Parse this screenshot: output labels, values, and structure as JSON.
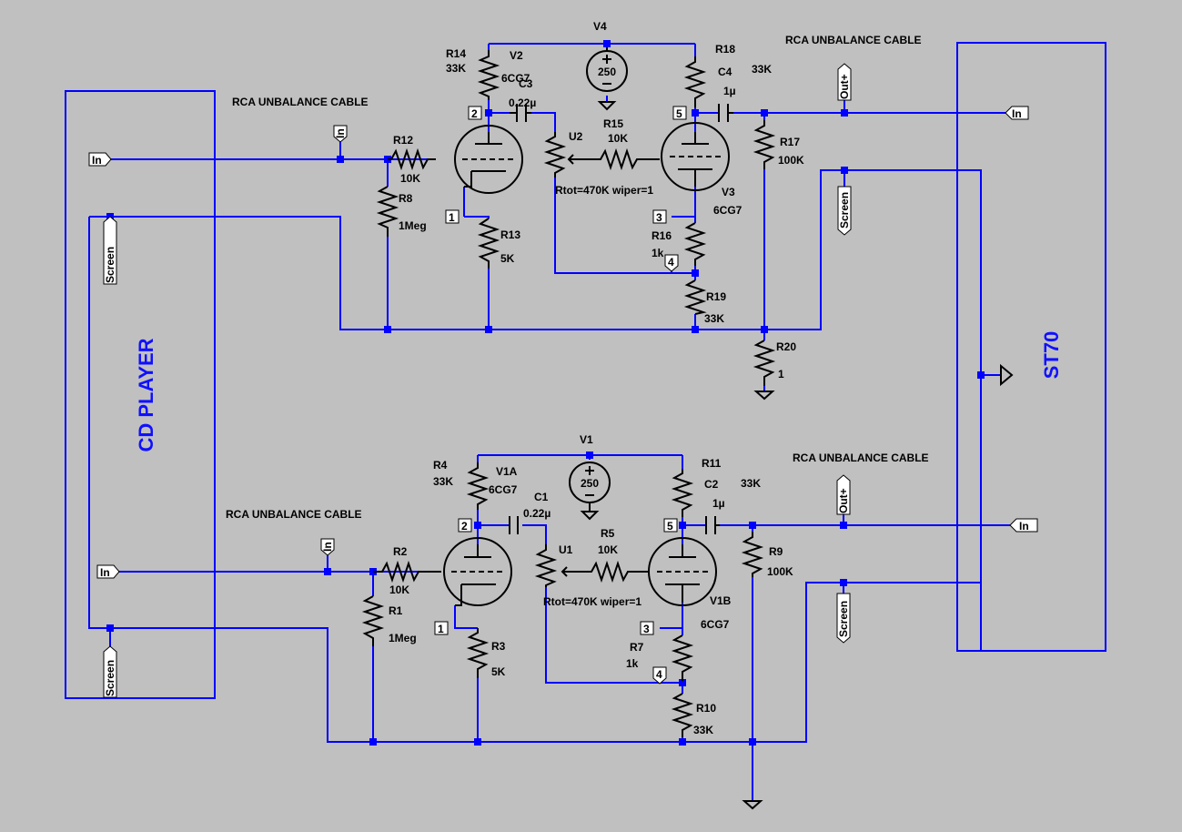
{
  "blocks": {
    "source": "CD PLAYER",
    "amp": "ST70"
  },
  "cables": {
    "upper_in": "RCA UNBALANCE CABLE",
    "upper_out": "RCA UNBALANCE CABLE",
    "lower_in": "RCA UNBALANCE CABLE",
    "lower_out": "RCA UNBALANCE CABLE"
  },
  "nets": {
    "in": "In",
    "screen": "Screen",
    "out_plus": "Out+",
    "pins": {
      "p1": "1",
      "p2": "2",
      "p3": "3",
      "p4": "4",
      "p5": "5"
    }
  },
  "upper": {
    "supply": {
      "name": "V4",
      "value": "250"
    },
    "tube_a": {
      "name": "V2",
      "type": "6CG7"
    },
    "tube_b": {
      "name": "V3",
      "type": "6CG7"
    },
    "r14": {
      "name": "R14",
      "value": "33K"
    },
    "r18": {
      "name": "R18",
      "value": "33K"
    },
    "c3": {
      "name": "C3",
      "value": "0.22µ"
    },
    "c4": {
      "name": "C4",
      "value": "1µ"
    },
    "r12": {
      "name": "R12",
      "value": "10K"
    },
    "r8": {
      "name": "R8",
      "value": "1Meg"
    },
    "r13": {
      "name": "R13",
      "value": "5K"
    },
    "r15": {
      "name": "R15",
      "value": "10K"
    },
    "pot": {
      "name": "U2",
      "value": "Rtot=470K wiper=1"
    },
    "r16": {
      "name": "R16",
      "value": "1k"
    },
    "r17": {
      "name": "R17",
      "value": "100K"
    },
    "r19": {
      "name": "R19",
      "value": "33K"
    },
    "r20": {
      "name": "R20",
      "value": "1"
    }
  },
  "lower": {
    "supply": {
      "name": "V1",
      "value": "250"
    },
    "tube_a": {
      "name": "V1A",
      "type": "6CG7"
    },
    "tube_b": {
      "name": "V1B",
      "type": "6CG7"
    },
    "r4": {
      "name": "R4",
      "value": "33K"
    },
    "r11": {
      "name": "R11",
      "value": "33K"
    },
    "c1": {
      "name": "C1",
      "value": "0.22µ"
    },
    "c2": {
      "name": "C2",
      "value": "1µ"
    },
    "r2": {
      "name": "R2",
      "value": "10K"
    },
    "r1": {
      "name": "R1",
      "value": "1Meg"
    },
    "r3": {
      "name": "R3",
      "value": "5K"
    },
    "r5": {
      "name": "R5",
      "value": "10K"
    },
    "pot": {
      "name": "U1",
      "value": "Rtot=470K wiper=1"
    },
    "r7": {
      "name": "R7",
      "value": "1k"
    },
    "r9": {
      "name": "R9",
      "value": "100K"
    },
    "r10": {
      "name": "R10",
      "value": "33K"
    }
  },
  "colors": {
    "background": "#c0c0c0",
    "wire": "#0000ff",
    "component": "#000000",
    "block_label": "#1010ff"
  }
}
